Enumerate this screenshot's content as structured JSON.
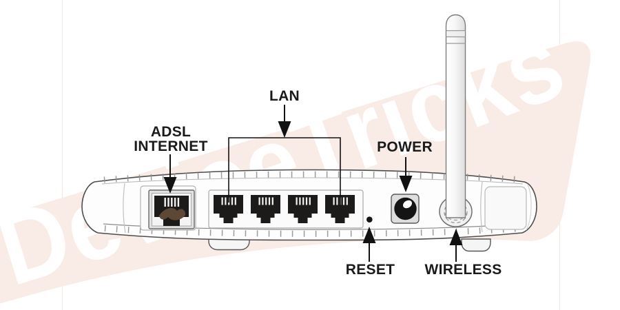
{
  "watermark": {
    "text": "DeviceTricks",
    "band_color": "#f9ece6",
    "text_color": "#ffffff"
  },
  "labels": {
    "adsl": [
      "ADSL",
      "INTERNET"
    ],
    "lan": "LAN",
    "power": "POWER",
    "reset": "RESET",
    "wireless": "WIRELESS"
  },
  "device": {
    "lan_port_count": 4,
    "colors": {
      "body": "#fdfdfd",
      "outline": "#4d4d4d",
      "port_black": "#1d1b1a",
      "bezel_gray": "#e2e2e2",
      "arrow": "#111111"
    }
  }
}
